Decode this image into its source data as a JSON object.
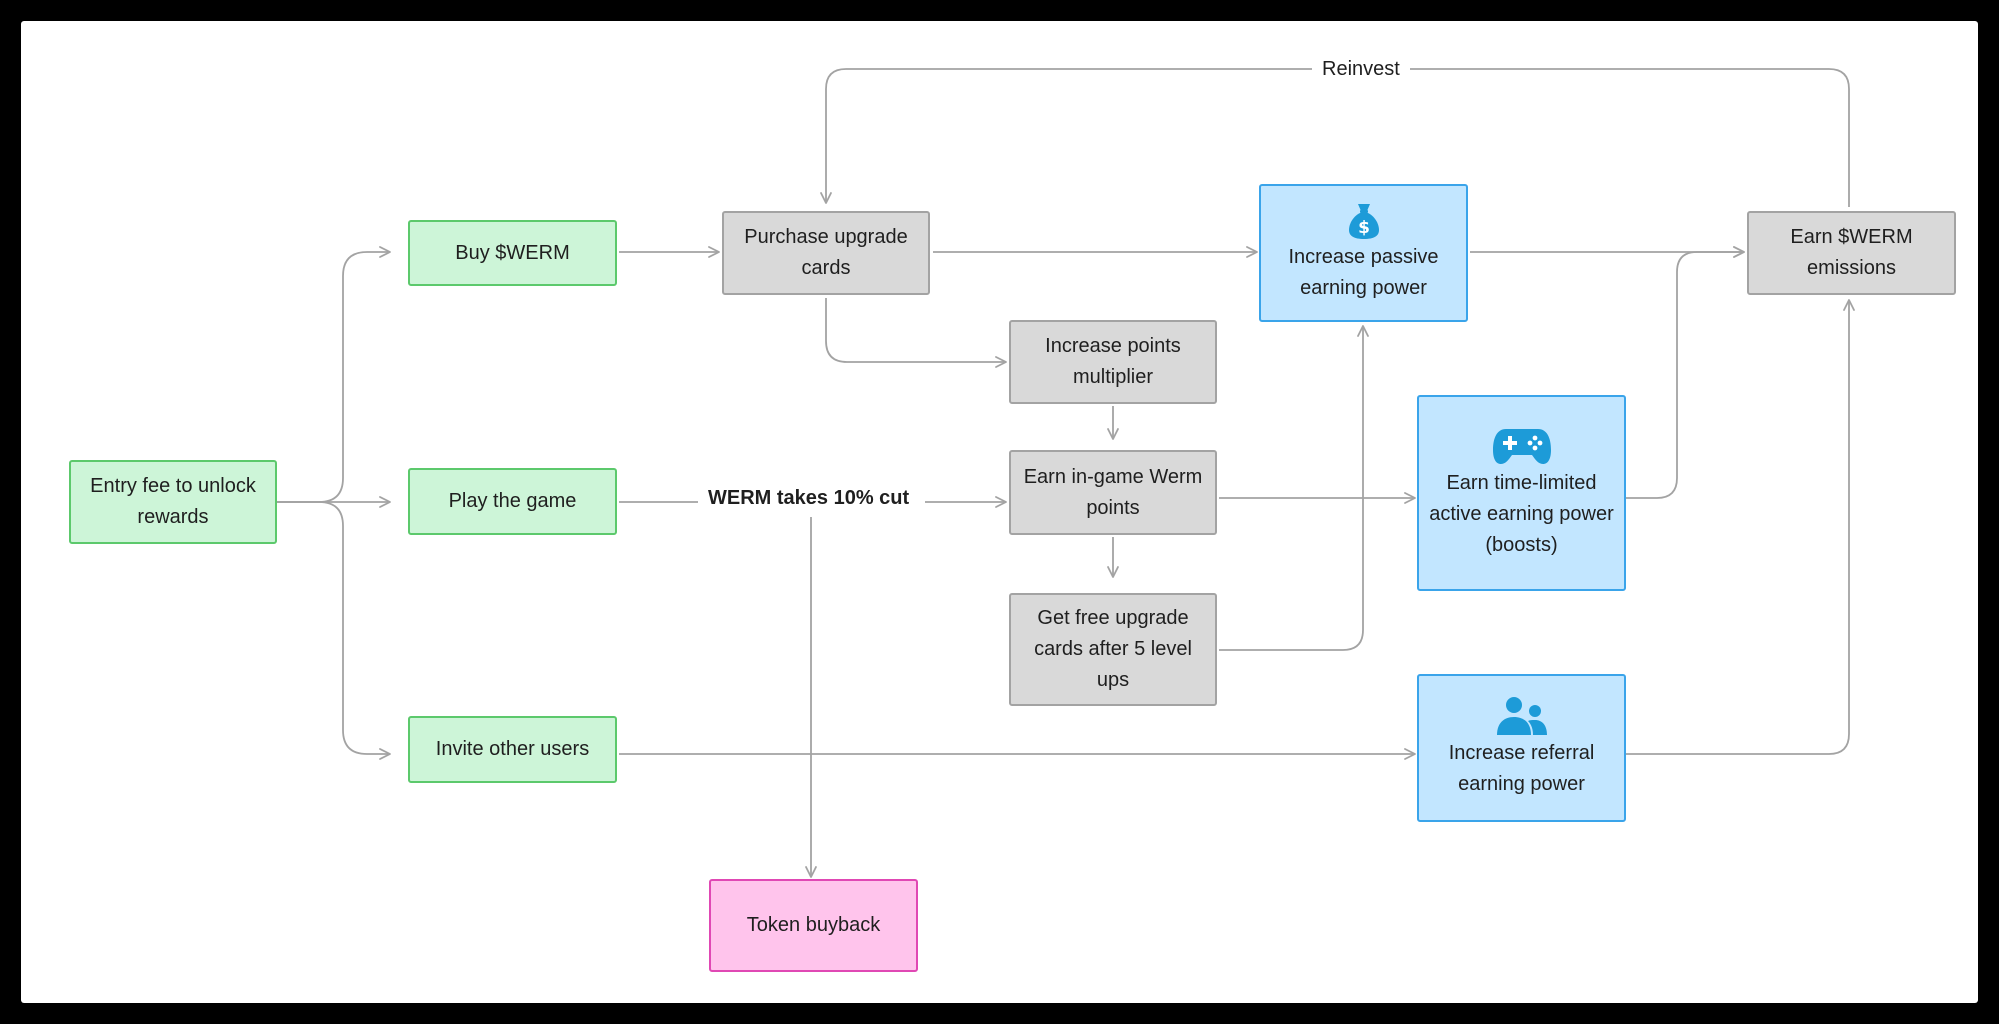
{
  "nodes": {
    "entry_fee": "Entry fee to unlock rewards",
    "buy_werm": "Buy $WERM",
    "play_game": "Play the game",
    "invite_users": "Invite other users",
    "purchase_cards": "Purchase upgrade cards",
    "points_multiplier": "Increase points multiplier",
    "earn_points": "Earn in-game Werm points",
    "free_cards": "Get free upgrade cards after 5 level ups",
    "passive_power": "Increase passive earning power",
    "boosts": "Earn time-limited active earning power (boosts)",
    "referral_power": "Increase referral earning power",
    "emissions": "Earn $WERM emissions",
    "buyback": "Token buyback"
  },
  "labels": {
    "reinvest": "Reinvest",
    "cut": "WERM takes 10% cut"
  },
  "icons": {
    "passive": "money-bag-icon",
    "boosts": "gamepad-icon",
    "referral": "users-icon"
  },
  "colors": {
    "green_fill": "#cdf5d8",
    "gray_fill": "#d9d9d9",
    "blue_fill": "#c2e6ff",
    "pink_fill": "#ffc4ec",
    "icon": "#1d9bd8",
    "connector": "#a3a3a3"
  }
}
